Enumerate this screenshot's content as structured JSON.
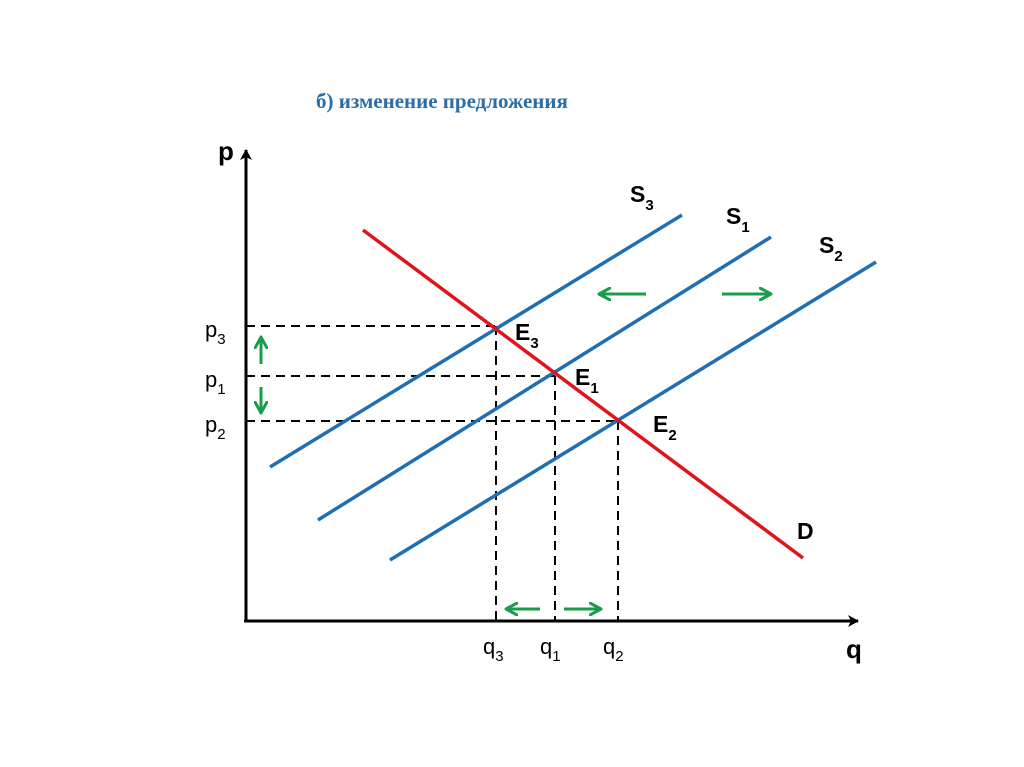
{
  "title": "б) изменение предложения",
  "axes": {
    "y_label": "p",
    "x_label": "q"
  },
  "colors": {
    "supply": "#1f6fb2",
    "demand": "#e0151c",
    "arrows": "#1a9c4a",
    "axis": "#000000",
    "title": "#2e6da4"
  },
  "price_ticks": [
    {
      "main": "p",
      "sub": "3"
    },
    {
      "main": "p",
      "sub": "1"
    },
    {
      "main": "p",
      "sub": "2"
    }
  ],
  "quantity_ticks": [
    {
      "main": "q",
      "sub": "3"
    },
    {
      "main": "q",
      "sub": "1"
    },
    {
      "main": "q",
      "sub": "2"
    }
  ],
  "curves": {
    "supply": [
      {
        "main": "S",
        "sub": "3"
      },
      {
        "main": "S",
        "sub": "1"
      },
      {
        "main": "S",
        "sub": "2"
      }
    ],
    "demand": {
      "main": "D",
      "sub": ""
    }
  },
  "equilibria": [
    {
      "main": "E",
      "sub": "3"
    },
    {
      "main": "E",
      "sub": "1"
    },
    {
      "main": "E",
      "sub": "2"
    }
  ],
  "shift_arrows": {
    "supply": [
      "left-arrow-icon",
      "right-arrow-icon"
    ],
    "price": [
      "up-arrow-icon",
      "down-arrow-icon"
    ],
    "quantity": [
      "left-arrow-icon",
      "right-arrow-icon"
    ]
  }
}
